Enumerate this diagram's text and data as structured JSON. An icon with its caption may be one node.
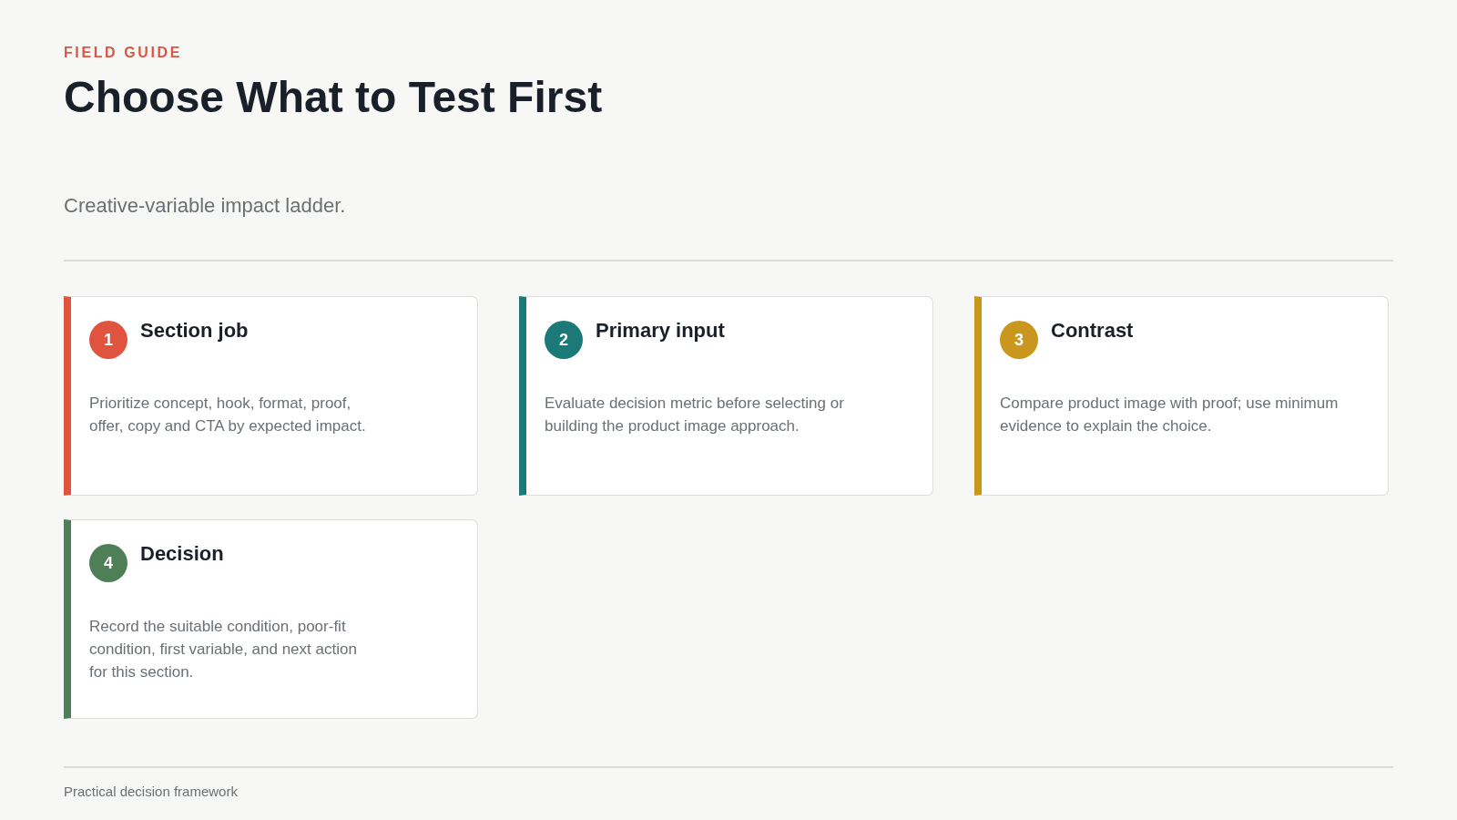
{
  "diagram": {
    "title": "Choose What to Test First",
    "nodes": [
      {
        "text": [
          "Section job",
          "Prioritize concept, hook, format, proof, offer, copy and CTA by expected impact."
        ]
      },
      {
        "text": [
          "1"
        ],
        "in": 0
      },
      {
        "text": [
          "Primary input",
          "Evaluate decision metric before selecting or building the product image approach."
        ]
      },
      {
        "text": [
          "2"
        ],
        "in": 2
      },
      {
        "text": [
          "Contrast",
          "Compare product image with proof; use minimum evidence to explain the choice."
        ]
      },
      {
        "text": [
          "3"
        ],
        "in": 4
      },
      {
        "text": [
          "Decision",
          "Record the suitable condition, poor-fit condition, first variable, and next action for this section."
        ]
      },
      {
        "text": [
          "4"
        ],
        "in": 6
      }
    ],
    "labels": [
      "FIELD GUIDE",
      "Creative-variable impact ladder.",
      "Practical decision framework"
    ]
  }
}
